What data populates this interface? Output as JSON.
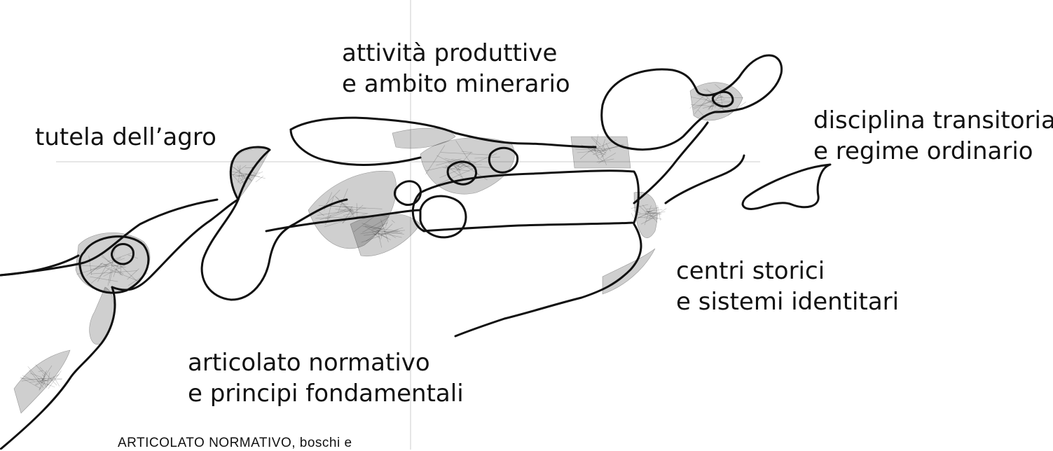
{
  "colors": {
    "network": "#111111",
    "guide": "#e6e6e6",
    "text": "#111111",
    "background": "#ffffff"
  },
  "labels": {
    "attivita": {
      "line1": "attività produttive",
      "line2": "e ambito minerario"
    },
    "disciplina": {
      "line1": "disciplina transitoria",
      "line2": "e regime ordinario"
    },
    "tutela": {
      "line1": "tutela dell’agro"
    },
    "centri": {
      "line1": "centri storici",
      "line2": "e sistemi identitari"
    },
    "articolato": {
      "line1": "articolato normativo",
      "line2": "e principi fondamentali"
    }
  },
  "footer_text": "ARTICOLATO NORMATIVO, boschi e"
}
